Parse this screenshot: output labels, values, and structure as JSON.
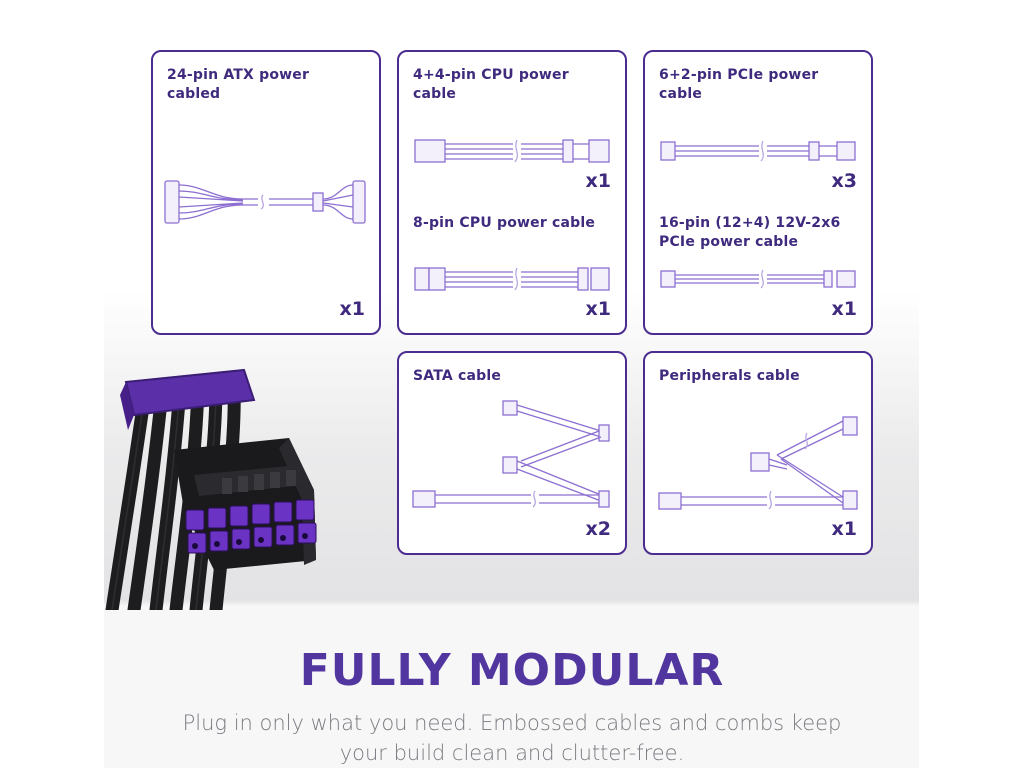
{
  "panels": {
    "atx": {
      "title": "24-pin ATX power cabled",
      "qty": "x1"
    },
    "cpu44": {
      "title": "4+4-pin CPU power cable",
      "qty": "x1"
    },
    "cpu8": {
      "title": "8-pin CPU power cable",
      "qty": "x1"
    },
    "pcie62": {
      "title": "6+2-pin PCIe power cable",
      "qty": "x3"
    },
    "pcie16": {
      "title": "16-pin (12+4) 12V-2x6 PCIe power cable",
      "qty": "x1"
    },
    "sata": {
      "title": "SATA cable",
      "qty": "x2"
    },
    "peripherals": {
      "title": "Peripherals cable",
      "qty": "x1"
    }
  },
  "headline": "FULLY MODULAR",
  "subline": "Plug in only what you need. Embossed cables and combs keep your build clean and clutter-free.",
  "colors": {
    "brand_purple": "#5236a0",
    "border_purple": "#4b2d8f",
    "text_gray": "#7a7a80"
  }
}
